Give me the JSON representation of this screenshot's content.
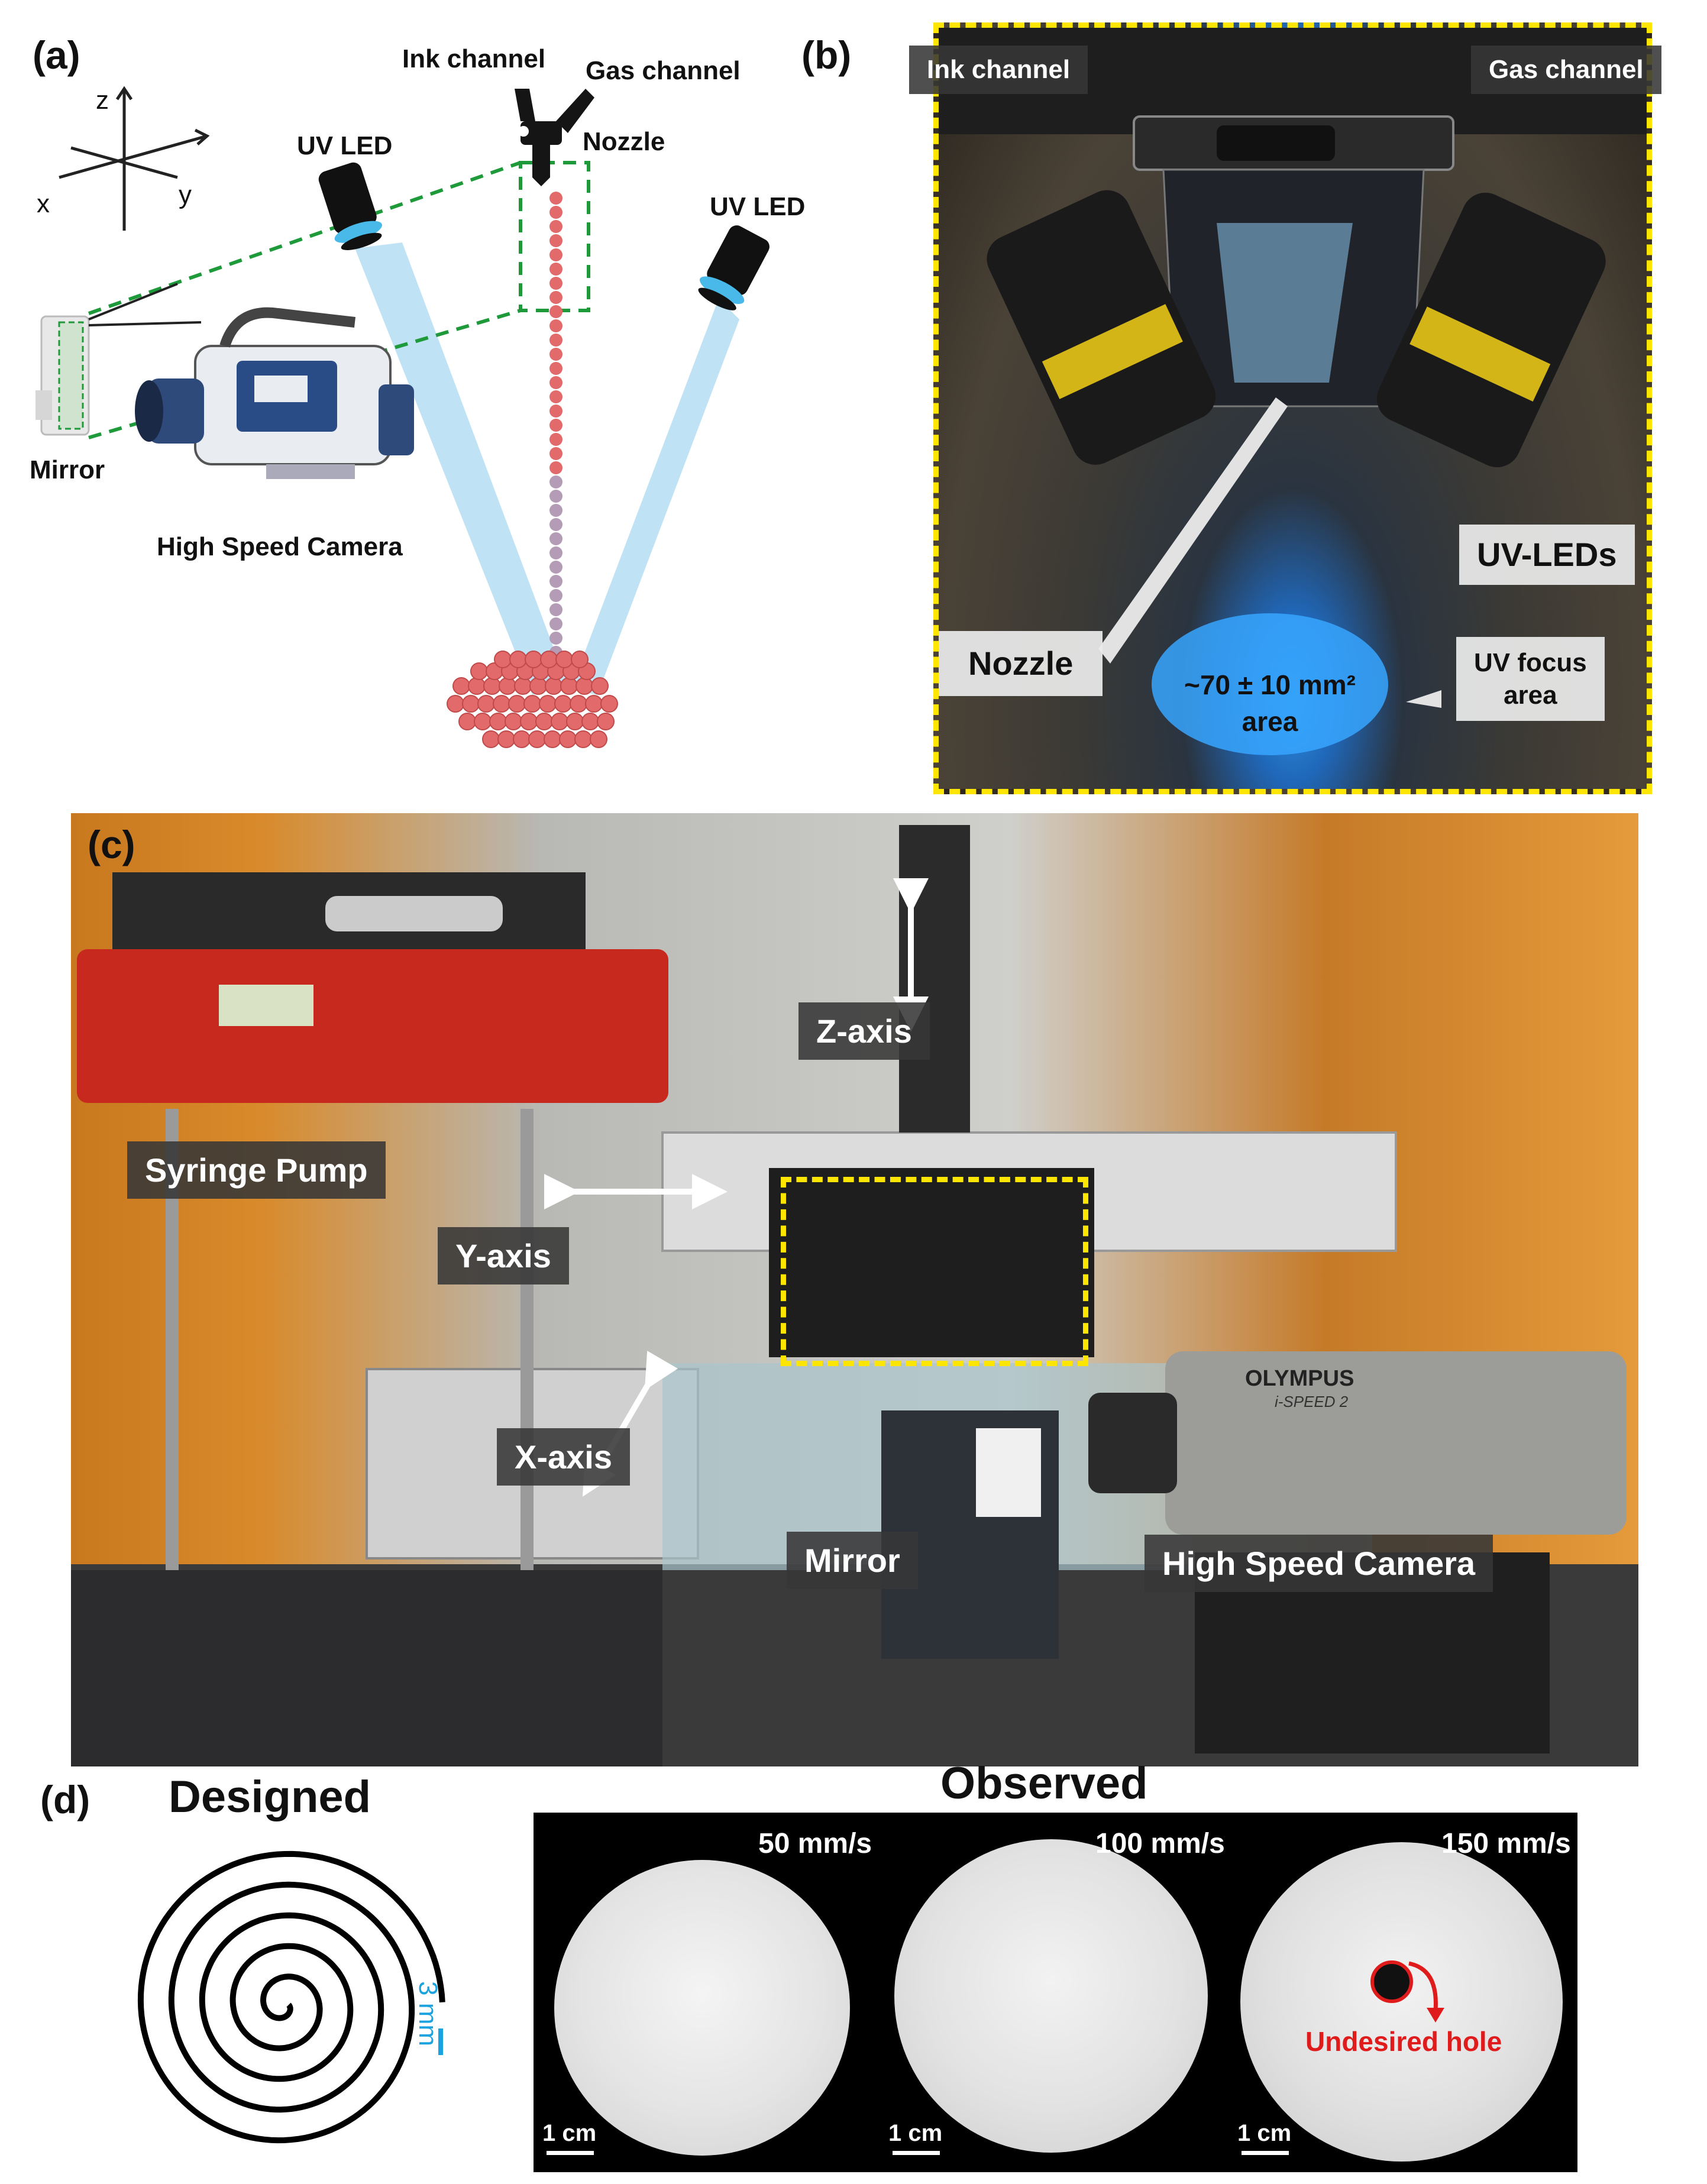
{
  "panel_a": {
    "letter": "(a)",
    "axes": {
      "z": "z",
      "x": "x",
      "y": "y"
    },
    "labels": {
      "ink_channel": "Ink channel",
      "gas_channel": "Gas channel",
      "nozzle": "Nozzle",
      "uv_led_left": "UV LED",
      "uv_led_right": "UV LED",
      "mirror": "Mirror",
      "high_speed_camera": "High Speed Camera"
    }
  },
  "panel_b": {
    "letter": "(b)",
    "labels": {
      "ink_channel": "Ink channel",
      "gas_channel": "Gas channel",
      "uv_leds": "UV-LEDs",
      "nozzle": "Nozzle",
      "uv_focus_area_line1": "UV focus",
      "uv_focus_area_line2": "area",
      "area_value": "~70 ± 10 mm²",
      "area_word": "area"
    }
  },
  "panel_c": {
    "letter": "(c)",
    "labels": {
      "z_axis": "Z-axis",
      "y_axis": "Y-axis",
      "x_axis": "X-axis",
      "syringe_pump": "Syringe Pump",
      "mirror": "Mirror",
      "high_speed_camera": "High Speed Camera",
      "camera_brand": "OLYMPUS",
      "camera_model": "i-SPEED 2"
    }
  },
  "panel_d": {
    "letter": "(d)",
    "designed_title": "Designed",
    "observed_title": "Observed",
    "spacing_label": "3 mm",
    "samples": [
      {
        "speed": "50 mm/s",
        "scale": "1 cm"
      },
      {
        "speed": "100 mm/s",
        "scale": "1 cm"
      },
      {
        "speed": "150 mm/s",
        "scale": "1 cm",
        "annotation": "Undesired hole"
      }
    ]
  },
  "colors": {
    "yellow_frame": "#ffe600",
    "guide_green": "#1f9a3a",
    "droplet_red": "#e36a6a",
    "uv_blue": "#a9d8f2",
    "spacing_blue": "#1aa3e0",
    "hole_red": "#e01b1b"
  }
}
